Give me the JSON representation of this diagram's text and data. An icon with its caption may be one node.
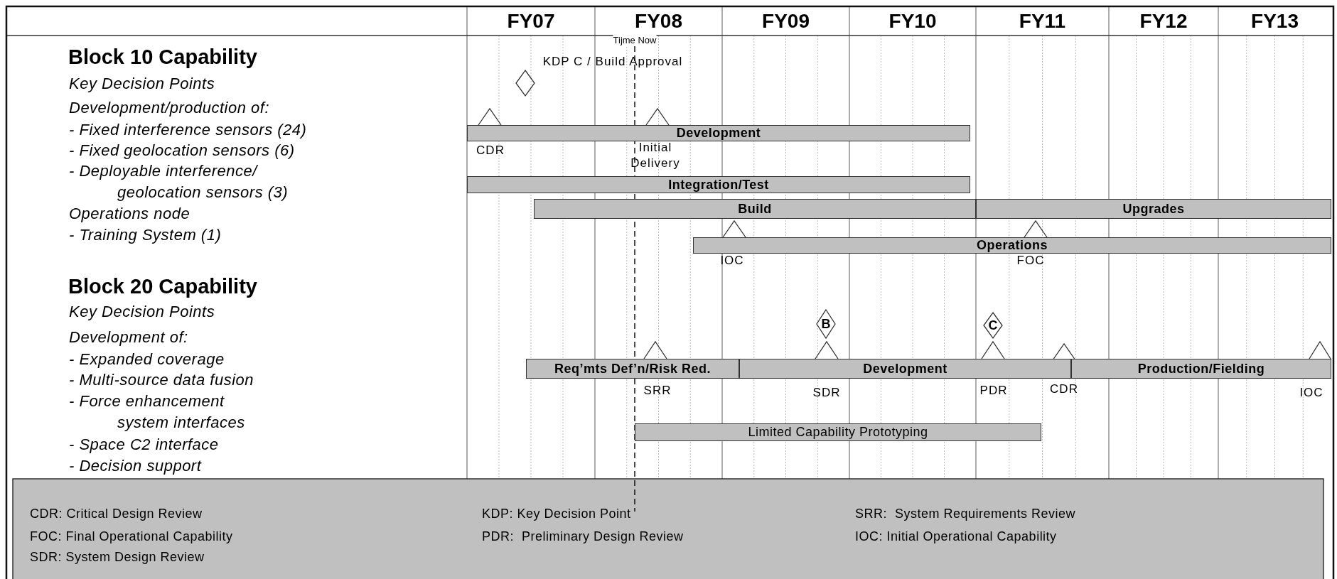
{
  "diagram": {
    "nodes": [
      {
        "text": [],
        "shape": "diamond",
        "beside": [
          "KDP C / Build Approval"
        ]
      },
      {
        "text": [],
        "shape": "triangle"
      },
      {
        "text": [],
        "shape": "triangle"
      },
      {
        "text": [
          "Development"
        ]
      },
      {
        "text": [
          "Integration/Test"
        ]
      },
      {
        "text": [
          "Build"
        ]
      },
      {
        "text": [
          "Upgrades"
        ]
      },
      {
        "text": [],
        "shape": "triangle"
      },
      {
        "text": [],
        "shape": "triangle"
      },
      {
        "text": [
          "Operations"
        ]
      },
      {
        "text": [
          "B"
        ]
      },
      {
        "text": [
          "C"
        ]
      },
      {
        "text": [],
        "shape": "triangle"
      },
      {
        "text": [],
        "shape": "triangle"
      },
      {
        "text": [],
        "shape": "triangle"
      },
      {
        "text": [],
        "shape": "triangle"
      },
      {
        "text": [],
        "shape": "triangle"
      },
      {
        "text": [
          "Req’mts Def’n/Risk Red."
        ]
      },
      {
        "text": [
          "Development"
        ]
      },
      {
        "text": [
          "Production/Fielding"
        ]
      },
      {
        "text": [
          "Limited Capability Prototyping"
        ]
      }
    ],
    "labels": [
      "FY07",
      "FY08",
      "FY09",
      "FY10",
      "FY11",
      "FY12",
      "FY13",
      "Tijme Now",
      "CDR",
      "Initial Delivery",
      "IOC",
      "FOC",
      "SRR",
      "SDR",
      "PDR",
      "CDR",
      "IOC",
      "Block 10 Capability",
      "Key Decision Points",
      "Development/production of:",
      "- Fixed interference sensors (24)",
      "- Fixed geolocation sensors (6)",
      "- Deployable interference/ geolocation sensors (3)",
      "Operations node",
      "- Training System (1)",
      "Block 20 Capability",
      "Key Decision Points",
      "Development of:",
      "- Expanded coverage",
      "- Multi-source data fusion",
      "- Force enhancement system interfaces",
      "- Space C2 interface",
      "- Decision support",
      "CDR: Critical Design Review",
      "KDP: Key Decision Point",
      "SRR:  System Requirements Review",
      "FOC: Final Operational Capability",
      "PDR:  Preliminary Design Review",
      "IOC: Initial Operational Capability",
      "SDR: System Design Review"
    ]
  }
}
